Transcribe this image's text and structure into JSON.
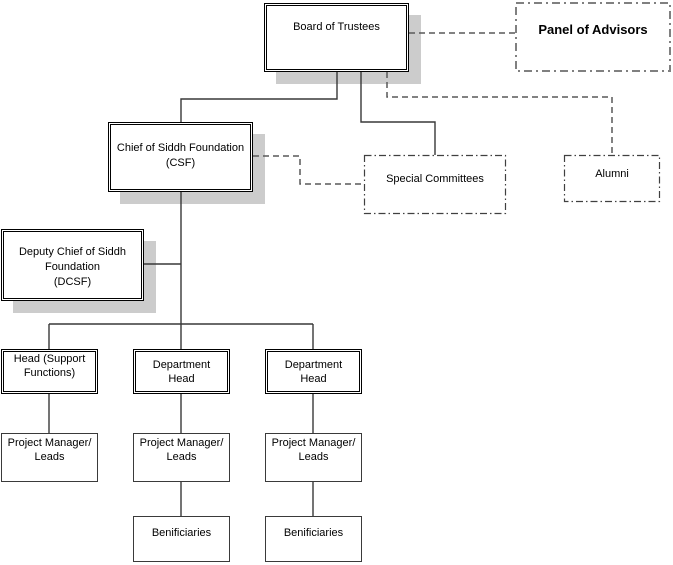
{
  "nodes": {
    "board_of_trustees": {
      "label": "Board of Trustees"
    },
    "panel_of_advisors": {
      "label": "Panel of Advisors"
    },
    "csf": {
      "lines": [
        "Chief of Siddh Foundation",
        "(CSF)"
      ]
    },
    "special_committees": {
      "label": "Special Committees"
    },
    "alumni": {
      "label": "Alumni"
    },
    "dcsf": {
      "lines": [
        "Deputy Chief of Siddh",
        "Foundation",
        "(DCSF)"
      ]
    },
    "head_support_functions": {
      "lines": [
        "Head (Support",
        "Functions)"
      ]
    },
    "department_head_1": {
      "lines": [
        "Department",
        "Head"
      ]
    },
    "department_head_2": {
      "lines": [
        "Department",
        "Head"
      ]
    },
    "project_manager_1": {
      "lines": [
        "Project Manager/",
        "Leads"
      ]
    },
    "project_manager_2": {
      "lines": [
        "Project Manager/",
        "Leads"
      ]
    },
    "project_manager_3": {
      "lines": [
        "Project Manager/",
        "Leads"
      ]
    },
    "beneficiaries_1": {
      "label": "Benificiaries"
    },
    "beneficiaries_2": {
      "label": "Benificiaries"
    }
  },
  "edges": [
    {
      "from": "board_of_trustees",
      "to": "csf",
      "style": "solid"
    },
    {
      "from": "board_of_trustees",
      "to": "special_committees",
      "style": "solid"
    },
    {
      "from": "board_of_trustees",
      "to": "panel_of_advisors",
      "style": "dashed"
    },
    {
      "from": "board_of_trustees",
      "to": "alumni",
      "style": "dashed"
    },
    {
      "from": "csf",
      "to": "special_committees",
      "style": "dashed"
    },
    {
      "from": "csf",
      "to": "dcsf",
      "style": "solid"
    },
    {
      "from": "csf",
      "to": "head_support_functions",
      "style": "solid"
    },
    {
      "from": "csf",
      "to": "department_head_1",
      "style": "solid"
    },
    {
      "from": "csf",
      "to": "department_head_2",
      "style": "solid"
    },
    {
      "from": "head_support_functions",
      "to": "project_manager_1",
      "style": "solid"
    },
    {
      "from": "department_head_1",
      "to": "project_manager_2",
      "style": "solid"
    },
    {
      "from": "department_head_2",
      "to": "project_manager_3",
      "style": "solid"
    },
    {
      "from": "project_manager_2",
      "to": "beneficiaries_1",
      "style": "solid"
    },
    {
      "from": "project_manager_3",
      "to": "beneficiaries_2",
      "style": "solid"
    }
  ],
  "colors": {
    "shadow": "#cccccc",
    "connector": "#383838",
    "dashed-connector": "#595959",
    "dashdot-gray": "#808080",
    "dashdot-dark": "#404040"
  }
}
